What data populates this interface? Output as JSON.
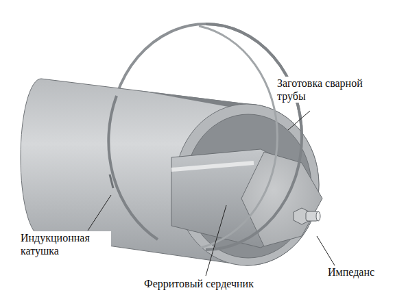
{
  "diagram": {
    "labels": [
      "Заготовка сварной трубы",
      "Индукционная катушка",
      "Ферритовый сердечник",
      "Импеданс"
    ]
  }
}
